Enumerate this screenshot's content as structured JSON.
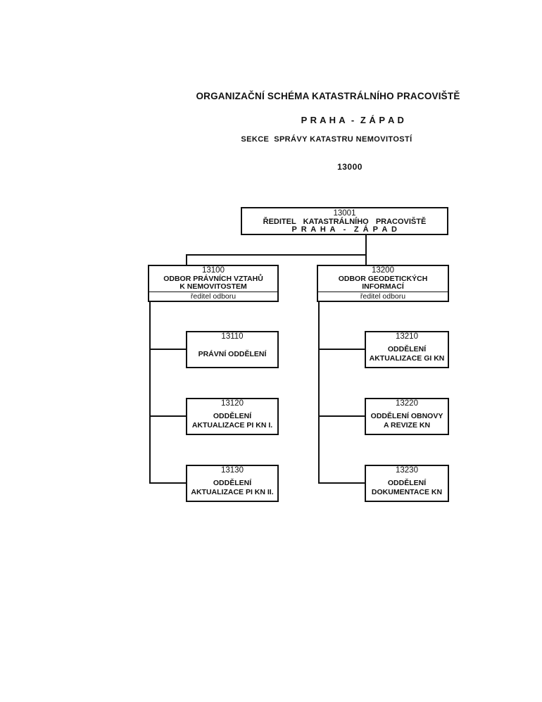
{
  "colors": {
    "ink": "#111111",
    "background": "#ffffff"
  },
  "header": {
    "title": "ORGANIZAČNÍ SCHÉMA KATASTRÁLNÍHO PRACOVIŠTĚ",
    "subtitle": "P R A H A  -  Z Á P A D",
    "section": "SEKCE  SPRÁVY KATASTRU NEMOVITOSTÍ",
    "section_code": "13000"
  },
  "chart": {
    "director": {
      "code": "13001",
      "title": "ŘEDITEL  KATASTRÁLNÍHO  PRACOVIŠTĚ",
      "location": "P R A H A  -  Z Á P A D"
    },
    "departments": [
      {
        "code": "13100",
        "name1": "ODBOR PRÁVNÍCH VZTAHŮ",
        "name2": "K NEMOVITOSTEM",
        "head": "ředitel odboru"
      },
      {
        "code": "13200",
        "name1": "ODBOR GEODETICKÝCH",
        "name2": "INFORMACÍ",
        "head": "ředitel odboru"
      }
    ],
    "units_left": [
      {
        "code": "13110",
        "name1": "PRÁVNÍ ODDĚLENÍ",
        "name2": ""
      },
      {
        "code": "13120",
        "name1": "ODDĚLENÍ",
        "name2": "AKTUALIZACE PI KN I."
      },
      {
        "code": "13130",
        "name1": "ODDĚLENÍ",
        "name2": "AKTUALIZACE PI KN II."
      }
    ],
    "units_right": [
      {
        "code": "13210",
        "name1": "ODDĚLENÍ",
        "name2": "AKTUALIZACE GI KN"
      },
      {
        "code": "13220",
        "name1": "ODDĚLENÍ OBNOVY",
        "name2": "A REVIZE KN"
      },
      {
        "code": "13230",
        "name1": "ODDĚLENÍ",
        "name2": "DOKUMENTACE KN"
      }
    ]
  }
}
